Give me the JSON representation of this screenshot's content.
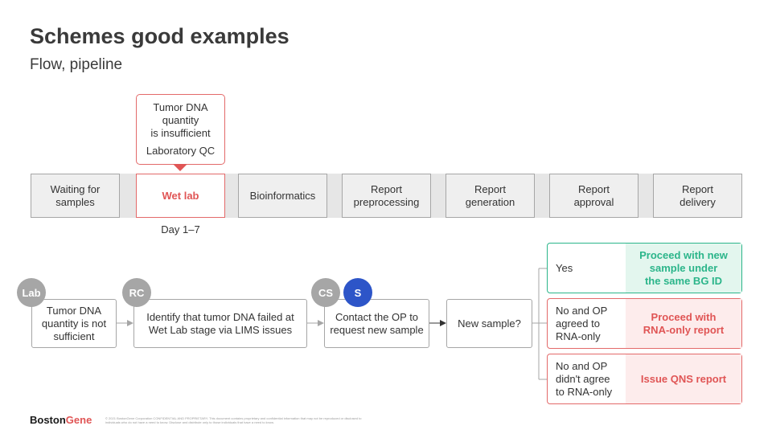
{
  "header": {
    "title": "Schemes good examples",
    "subtitle": "Flow, pipeline"
  },
  "pipeline": {
    "stages": [
      {
        "label": "Waiting for\nsamples"
      },
      {
        "label": "Wet lab"
      },
      {
        "label": "Bioinformatics"
      },
      {
        "label": "Report\npreprocessing"
      },
      {
        "label": "Report\ngeneration"
      },
      {
        "label": "Report\napproval"
      },
      {
        "label": "Report\ndelivery"
      }
    ],
    "callout": {
      "text": "Tumor DNA\nquantity\nis insufficient",
      "source": "Laboratory QC"
    },
    "duration": "Day 1–7"
  },
  "flow": {
    "steps": [
      {
        "badges": [
          "Lab"
        ],
        "text": "Tumor DNA\nquantity is not\nsufficient"
      },
      {
        "badges": [
          "RC"
        ],
        "text": "Identify that tumor DNA failed at\nWet Lab stage via LIMS issues"
      },
      {
        "badges": [
          "CS",
          "S"
        ],
        "text": "Contact the OP to\nrequest new sample"
      },
      {
        "badges": [],
        "text": "New sample?"
      }
    ],
    "outcomes": [
      {
        "condition": "Yes",
        "result": "Proceed with new\nsample under\nthe same BG ID"
      },
      {
        "condition": "No and OP\nagreed to\nRNA-only",
        "result": "Proceed with\nRNA-only report"
      },
      {
        "condition": "No and OP\ndidn't agree\nto RNA-only",
        "result": "Issue QNS report"
      }
    ]
  },
  "footer": {
    "logo_part1": "Boston",
    "logo_part2": "Gene",
    "legal": "© 2021 BostonGene Corporation CONFIDENTIAL AND PROPRIETARY. This document contains proprietary and confidential information that may not be reproduced or disclosed to individuals who do not have a need to know. Disclose and distribute only to those individuals that have a need to know."
  },
  "colors": {
    "accent_red": "#e05555",
    "accent_green": "#2bb58a",
    "badge_grey": "#a6a6a6",
    "badge_blue": "#2d55c8"
  }
}
